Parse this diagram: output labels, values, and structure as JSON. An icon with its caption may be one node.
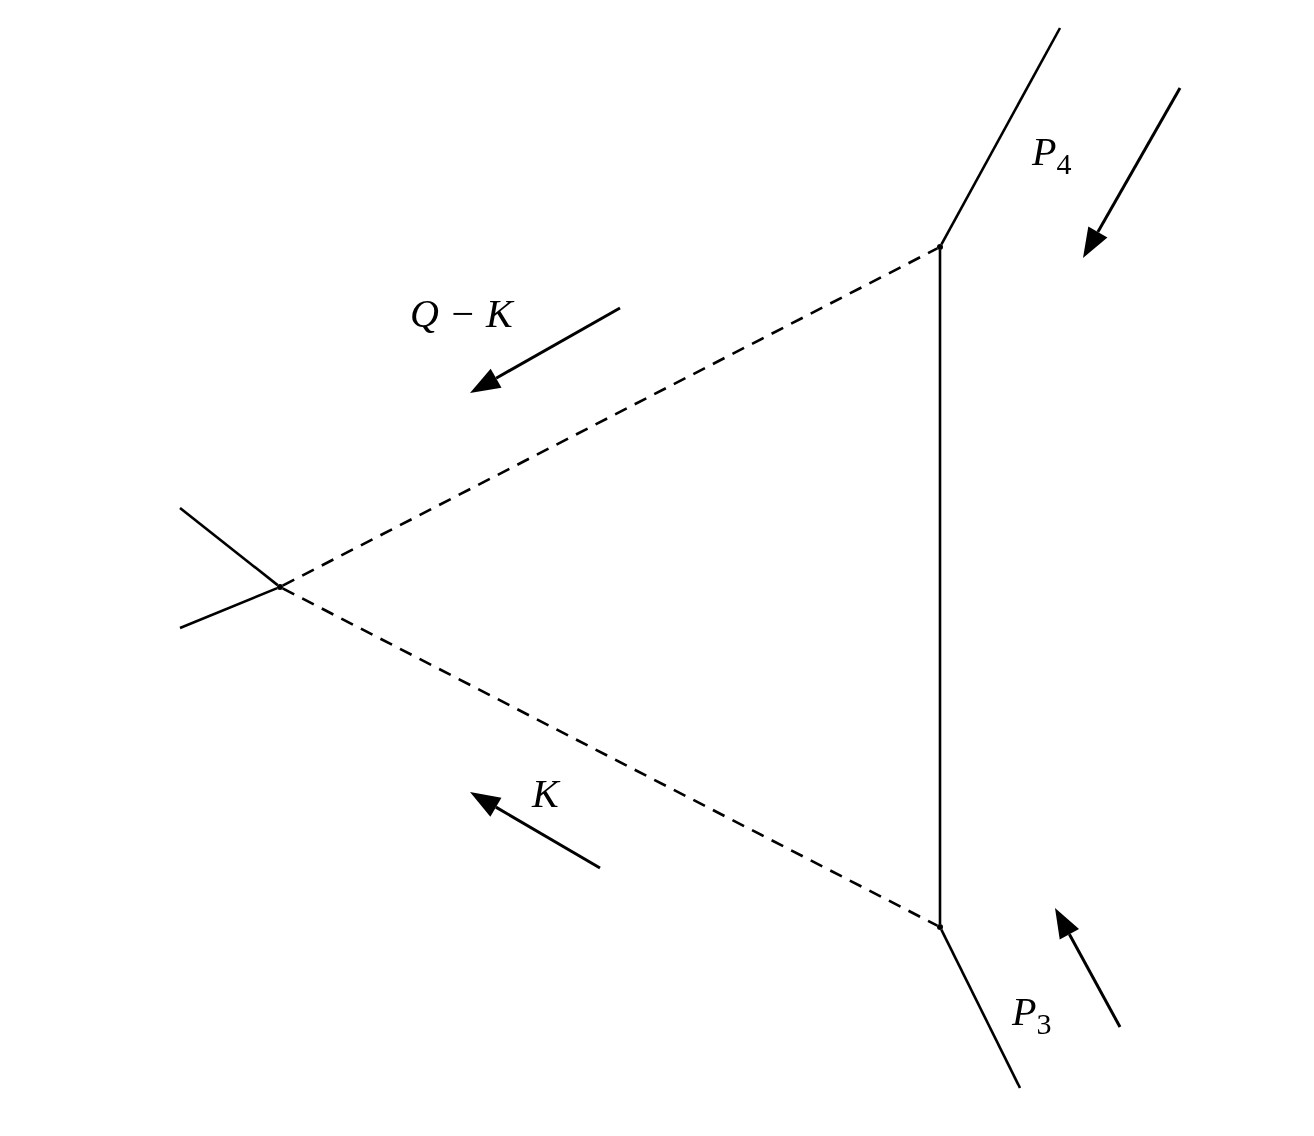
{
  "diagram": {
    "nodes": [
      {
        "text": [],
        "shape": "dot"
      },
      {
        "text": [],
        "shape": "dot"
      },
      {
        "text": [],
        "shape": "dot"
      }
    ],
    "edges": [
      {
        "from": 0,
        "to": 1,
        "arrow": "none",
        "style": "dashed"
      },
      {
        "from": 0,
        "to": 2,
        "arrow": "none",
        "style": "dashed"
      },
      {
        "from": 1,
        "to": 2,
        "arrow": "none"
      },
      {
        "from": null,
        "to": 0,
        "arrow": "none"
      },
      {
        "from": null,
        "to": 0,
        "arrow": "none"
      },
      {
        "from": 1,
        "to": null,
        "arrow": "none"
      },
      {
        "from": 2,
        "to": null,
        "arrow": "none"
      }
    ],
    "labels": [
      "Q − K",
      "K",
      "P$_{4}$",
      "P$_{3}$"
    ]
  }
}
